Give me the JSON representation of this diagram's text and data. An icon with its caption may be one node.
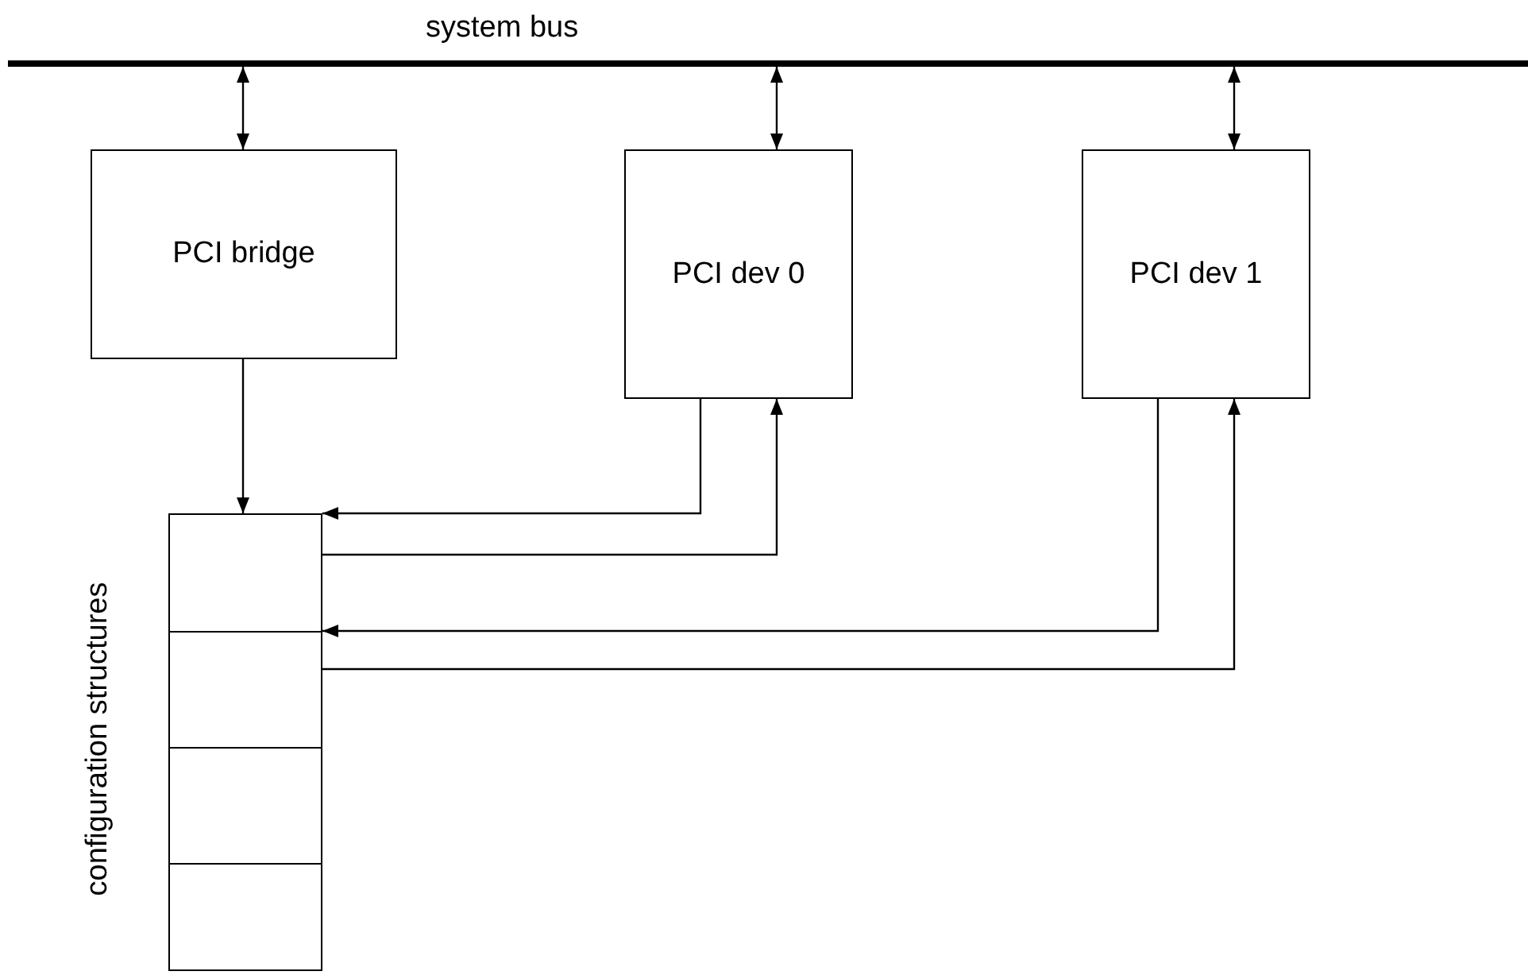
{
  "diagram": {
    "nodes": [
      {
        "text": [
          "system bus"
        ]
      },
      {
        "text": [
          "PCI bridge"
        ]
      },
      {
        "text": [
          "PCI dev 0"
        ]
      },
      {
        "text": [
          "PCI dev 1"
        ]
      },
      {
        "text": [
          "configuration structures"
        ]
      },
      {
        "text": [],
        "shape": "box",
        "in": 4
      },
      {
        "text": [],
        "shape": "box",
        "in": 4
      },
      {
        "text": [],
        "shape": "box",
        "in": 4
      },
      {
        "text": [],
        "shape": "box",
        "in": 4
      }
    ],
    "edges": [
      {
        "from": 0,
        "to": 1,
        "arrow": "both"
      },
      {
        "from": 0,
        "to": 2,
        "arrow": "both"
      },
      {
        "from": 0,
        "to": 3,
        "arrow": "both"
      },
      {
        "from": 1,
        "to": 5,
        "arrow": "to"
      },
      {
        "from": 2,
        "to": 5,
        "arrow": "to"
      },
      {
        "from": 5,
        "to": 2,
        "arrow": "to"
      },
      {
        "from": 3,
        "to": 6,
        "arrow": "to"
      },
      {
        "from": 6,
        "to": 3,
        "arrow": "to"
      }
    ]
  }
}
